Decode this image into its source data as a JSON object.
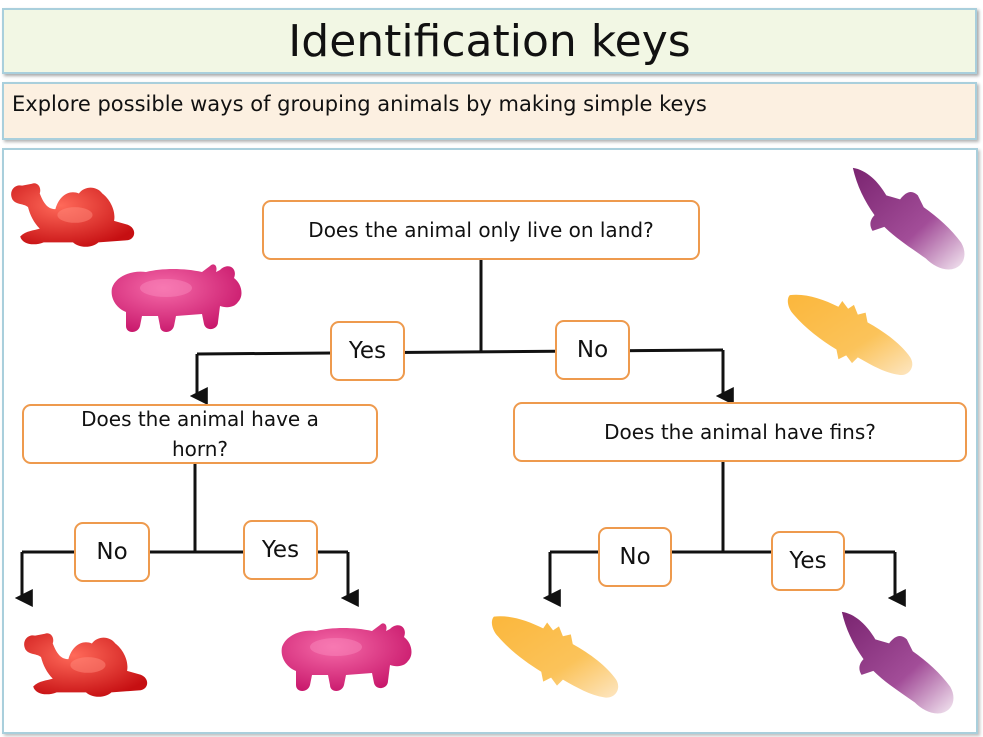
{
  "header": {
    "title": "Identification keys"
  },
  "objective": {
    "text": "Explore possible ways of grouping animals by making simple keys"
  },
  "key": {
    "root_question": "Does the animal only live on land?",
    "left_branch_label": "Yes",
    "right_branch_label": "No",
    "left_question": "Does the animal have a horn?",
    "right_question": "Does the animal have fins?",
    "left_no_label": "No",
    "left_yes_label": "Yes",
    "right_no_label": "No",
    "right_yes_label": "Yes"
  },
  "sweets": {
    "camel": {
      "icon": "camel-sweet-icon",
      "color": "#e4161c"
    },
    "rhino": {
      "icon": "rhino-sweet-icon",
      "color": "#e2237b"
    },
    "shark": {
      "icon": "shark-sweet-icon",
      "color": "#9a3c8c"
    },
    "crocodile": {
      "icon": "crocodile-sweet-icon",
      "color": "#f6a52d"
    }
  },
  "colors": {
    "box_border": "#ee9a4d",
    "panel_border": "#a9cfdc",
    "title_bg": "#f2f7e4",
    "subtitle_bg": "#fcf0e1"
  }
}
